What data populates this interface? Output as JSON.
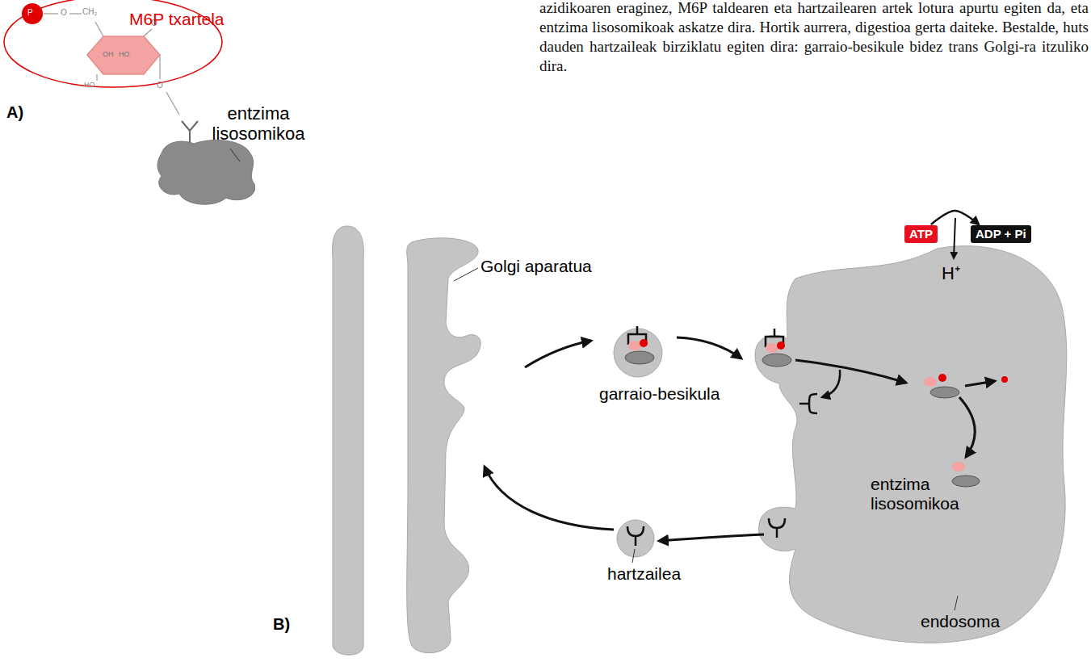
{
  "diagram": {
    "nodes": [
      {
        "text": [
          "ATP"
        ]
      },
      {
        "text": [
          "ADP + Pi"
        ]
      }
    ],
    "edges": [
      {
        "from": 0,
        "to": 1,
        "arrow": "to"
      }
    ],
    "labels": [
      "azidikoaren eraginez, M6P taldearen eta hartzailearen artek lotura apurtu egiten da, eta entzima lisosomikoak askatze dira. Hortik aurrera, digestioa gerta daiteke. Bestalde, huts dauden hartzaileak birziklatu egiten dira: garraio-besikule bidez trans Golgi-ra itzuliko dira.",
      "P",
      "O",
      "CH₂",
      "OH",
      "HO",
      "HO",
      "O",
      "O",
      "M6P txartela",
      "entzima lisosomikoa",
      "A)",
      "Golgi aparatua",
      "garraio-besikula",
      "H⁺",
      "entzima lisosomikoa",
      "hartzailea",
      "endosoma",
      "B)"
    ]
  }
}
